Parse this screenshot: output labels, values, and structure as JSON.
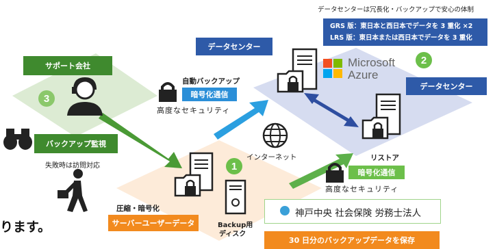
{
  "top_note": "データセンターは冗長化・バックアップで安心の体制",
  "redundancy": {
    "line1": "GRS 版：東日本と西日本でデータを 3 重化 ×2",
    "line2": "LRS 版：東日本または西日本でデータを 3 重化"
  },
  "datacenter_left": "データセンター",
  "datacenter_right": "データセンター",
  "azure": {
    "word1": "Microsoft",
    "word2": "Azure"
  },
  "numbers": {
    "one": "1",
    "two": "2",
    "three": "3"
  },
  "support_company": "サポート会社",
  "backup_monitor": "バックアップ監視",
  "visit_on_failure": "失敗時は訪問対応",
  "auto_backup": "自動バックアップ",
  "encrypted_comm_left": "暗号化通信",
  "high_security_left": "高度なセキュリティ",
  "internet": "インターネット",
  "restore": "リストア",
  "encrypted_comm_right": "暗号化通信",
  "high_security_right": "高度なセキュリティ",
  "compress_encrypt": "圧縮・暗号化",
  "server_user_data": "サーバーユーザーデータ",
  "backup_disk": {
    "line1": "Backup用",
    "line2": "ディスク"
  },
  "org_name": "神戸中央 社会保険 労務士法人",
  "keep_30_days": "30 日分のバックアップデータを保存",
  "left_fragment": "ります。",
  "colors": {
    "green": "#3f8a2e",
    "light_green": "#6cbf4a",
    "blue": "#2e5aa8",
    "orange": "#f28a1e",
    "cyan_arrow": "#2b9fe0",
    "green_arrow": "#4a9a35"
  }
}
